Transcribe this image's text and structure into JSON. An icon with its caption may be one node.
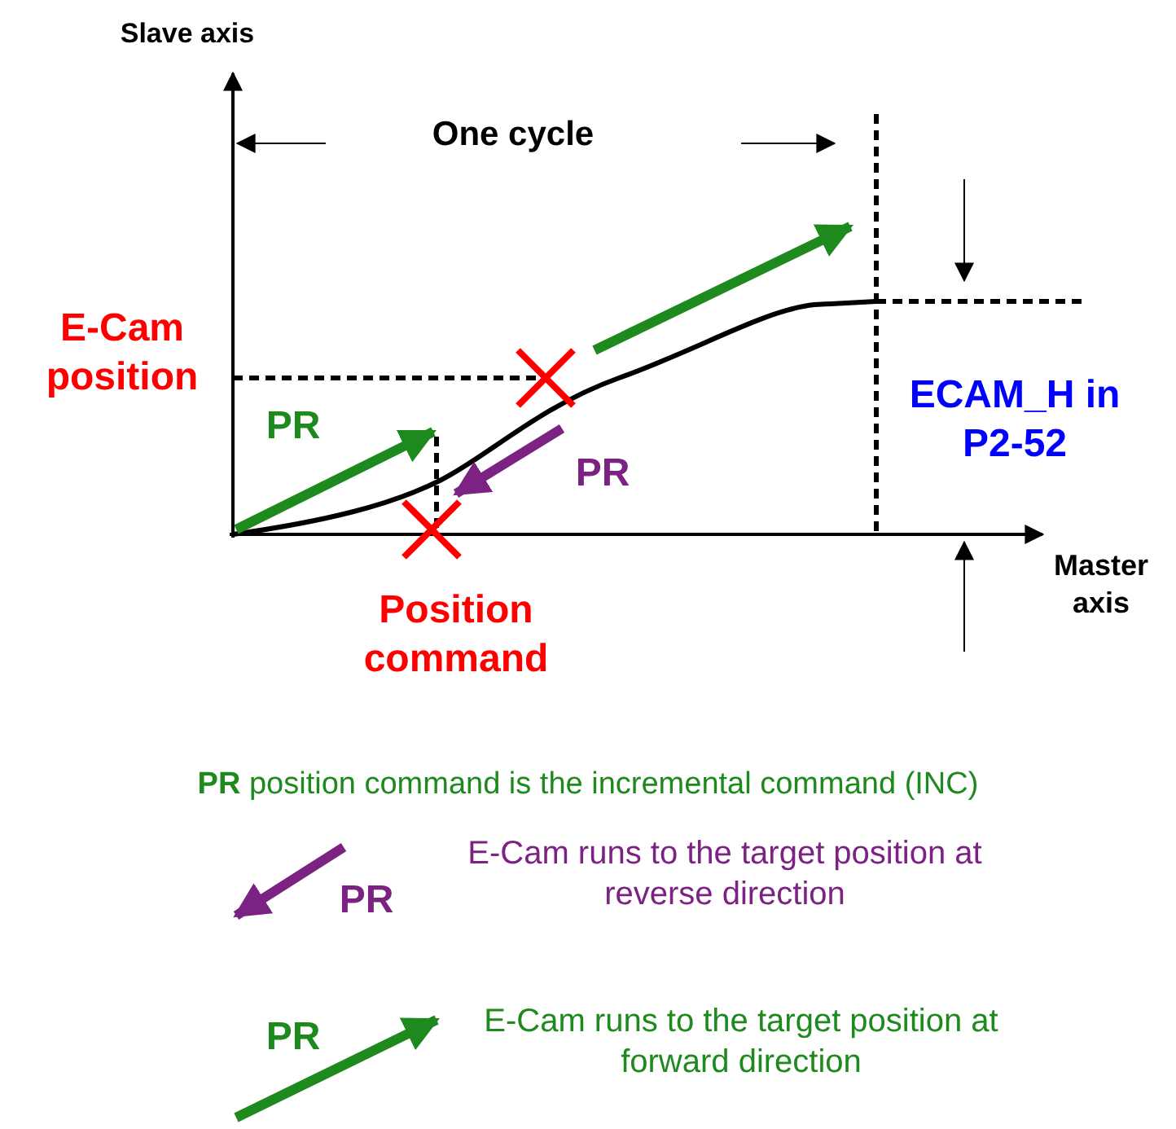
{
  "diagram": {
    "labels": [
      "Slave axis",
      "One cycle",
      "E-Cam position",
      "PR",
      "ECAM_H in P2-52",
      "PR",
      "Master axis",
      "Position command",
      "**PR** position command is the incremental command (INC)",
      "PR",
      "PR"
    ],
    "legend": [
      {
        "text": "E-Cam runs to the target position at reverse direction"
      },
      {
        "text": "E-Cam runs to the target position at forward direction"
      }
    ]
  }
}
